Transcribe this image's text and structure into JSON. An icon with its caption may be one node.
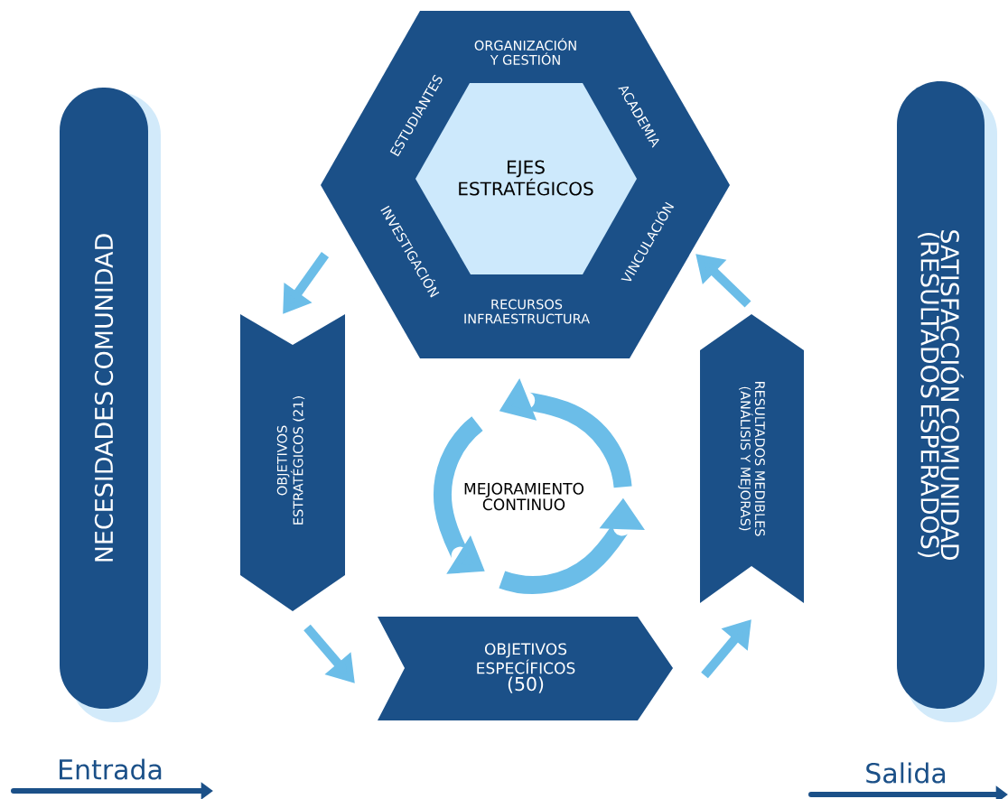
{
  "diagram": {
    "nodes": [
      {
        "text": [
          "NECESIDADES COMUNIDAD"
        ]
      },
      {
        "text": [
          "ORGANIZACIÓN Y GESTIÓN",
          "ESTUDIANTES",
          "ACADEMIA",
          "INVESTIGACIÓN",
          "VINCULACIÓN",
          "RECURSOS INFRAESTRUCTURA"
        ]
      },
      {
        "text": [
          "EJES ESTRATÉGICOS"
        ],
        "in": 1
      },
      {
        "text": [
          "OBJETIVOS ESTRATÉGICOS (21)"
        ]
      },
      {
        "text": [
          "RESULTADOS MEDIBLES (ANÁLISIS Y MEJORAS)"
        ]
      },
      {
        "text": [
          "OBJETIVOS ESPECÍFICOS",
          "(50)"
        ]
      },
      {
        "text": [
          "SATISFACCIÓN COMUNIDAD (RESULTADOS ESPERADOS)"
        ]
      }
    ],
    "edges": [
      {
        "from": 1,
        "to": 3,
        "arrow": "to"
      },
      {
        "from": 3,
        "to": 5,
        "arrow": "to"
      },
      {
        "from": 5,
        "to": 4,
        "arrow": "to"
      },
      {
        "from": 4,
        "to": 1,
        "arrow": "to"
      }
    ],
    "labels": [
      "MEJORAMIENTO CONTINUO",
      "Entrada",
      "Salida"
    ]
  }
}
